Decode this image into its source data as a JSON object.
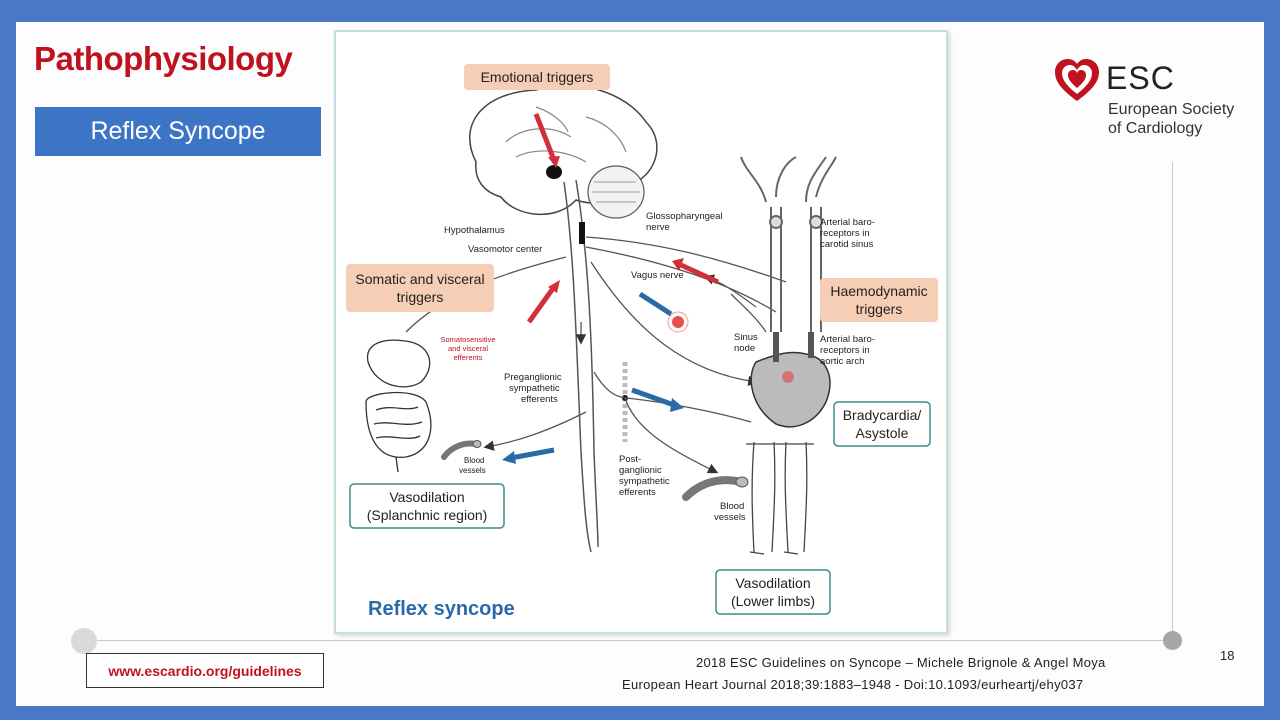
{
  "slide": {
    "title": "Pathophysiology",
    "section": "Reflex Syncope",
    "page_number": "18",
    "url": "www.escardio.org/guidelines",
    "citation_line1": "2018 ESC Guidelines on Syncope – Michele Brignole & Angel Moya",
    "citation_line2": "European Heart Journal 2018;39:1883–1948 - Doi:10.1093/eurheartj/ehy037"
  },
  "logo": {
    "abbr": "ESC",
    "name_line1": "European Society",
    "name_line2": "of Cardiology",
    "color": "#c0121e"
  },
  "diagram": {
    "title": "Reflex syncope",
    "triggers": {
      "emotional": "Emotional triggers",
      "somatic_line1": "Somatic and visceral",
      "somatic_line2": "triggers",
      "haemodynamic_line1": "Haemodynamic",
      "haemodynamic_line2": "triggers"
    },
    "outcomes": {
      "brady_line1": "Bradycardia/",
      "brady_line2": "Asystole",
      "vaso_splanchnic_line1": "Vasodilation",
      "vaso_splanchnic_line2": "(Splanchnic region)",
      "vaso_limbs_line1": "Vasodilation",
      "vaso_limbs_line2": "(Lower limbs)"
    },
    "labels": {
      "hypothalamus": "Hypothalamus",
      "vasomotor": "Vasomotor center",
      "glosso1": "Glossopharyngeal",
      "glosso2": "nerve",
      "vagus": "Vagus nerve",
      "baro_carotid1": "Arterial baro-",
      "baro_carotid2": "receptors in",
      "baro_carotid3": "carotid sinus",
      "sinus1": "Sinus",
      "sinus2": "node",
      "baro_aortic1": "Arterial baro-",
      "baro_aortic2": "receptors in",
      "baro_aortic3": "aortic arch",
      "somato1": "Somatosensitive",
      "somato2": "and visceral",
      "somato3": "efferents",
      "pregang1": "Preganglionic",
      "pregang2": "sympathetic",
      "pregang3": "efferents",
      "postgang1": "Post-",
      "postgang2": "ganglionic",
      "postgang3": "sympathetic",
      "postgang4": "efferents",
      "blood1a": "Blood",
      "blood1b": "vessels",
      "blood2a": "Blood",
      "blood2b": "vessels"
    },
    "colors": {
      "trigger_fill": "#f6cdb5",
      "afferent_arrow": "#d32f3a",
      "efferent_arrow": "#2b6aa8",
      "title_color": "#2b6aa8"
    }
  }
}
